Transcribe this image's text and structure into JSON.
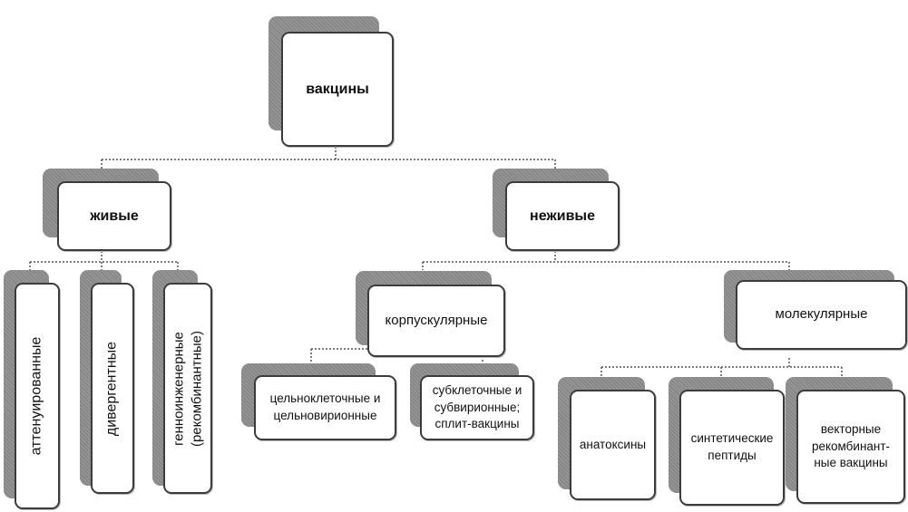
{
  "root": {
    "label": "вакцины"
  },
  "live": {
    "label": "живые",
    "children": [
      "аттенуированные",
      "дивергентные",
      "генноинженерные (рекомбинантные)"
    ]
  },
  "nonlive": {
    "label": "неживые",
    "corpuscular": {
      "label": "корпускулярные",
      "children": [
        "цельноклеточные и цельновирионные",
        "субклеточные и субвирионные; сплит-вакцины"
      ]
    },
    "molecular": {
      "label": "молекулярные",
      "children": [
        "анатоксины",
        "синтетические пептиды",
        "векторные рекомбинант-ные вакцины"
      ]
    }
  }
}
